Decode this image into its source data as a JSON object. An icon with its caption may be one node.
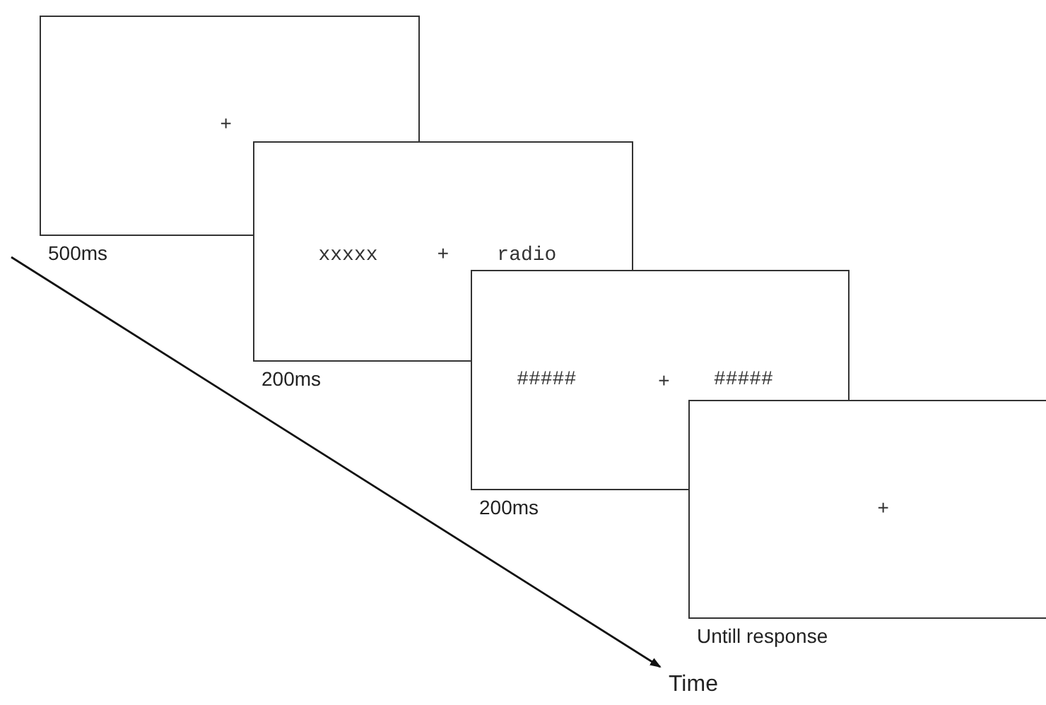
{
  "diagram": {
    "nodes": [
      {
        "text": [
          "+"
        ],
        "beside": [
          "500ms"
        ]
      },
      {
        "text": [
          "xxxxx",
          "+",
          "radio"
        ],
        "beside": [
          "200ms"
        ]
      },
      {
        "text": [
          "#####",
          "+",
          "#####"
        ],
        "beside": [
          "200ms"
        ]
      },
      {
        "text": [
          "+"
        ],
        "beside": [
          "Untill response"
        ]
      }
    ],
    "labels": [
      "Time"
    ]
  }
}
